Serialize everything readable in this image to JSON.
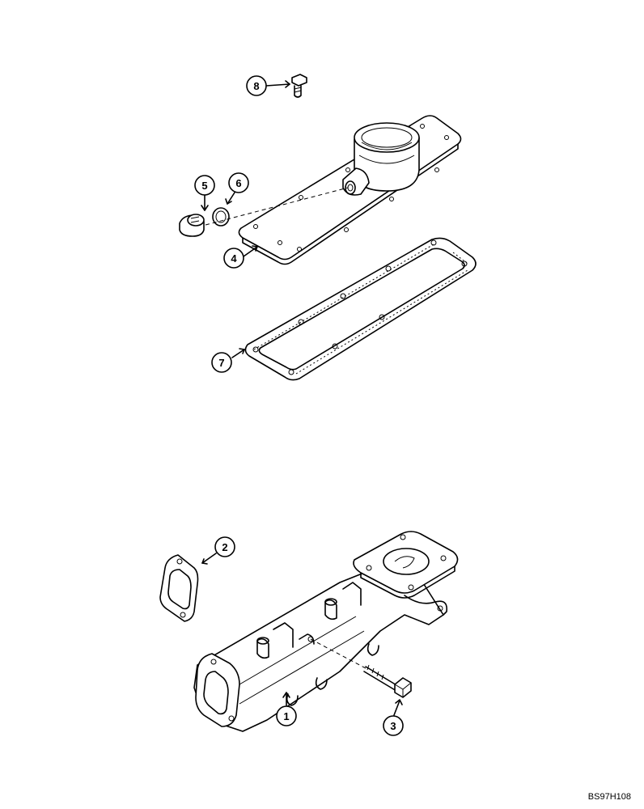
{
  "diagram": {
    "callouts": [
      {
        "id": "c1",
        "label": "1"
      },
      {
        "id": "c2",
        "label": "2"
      },
      {
        "id": "c3",
        "label": "3"
      },
      {
        "id": "c4",
        "label": "4"
      },
      {
        "id": "c5",
        "label": "5"
      },
      {
        "id": "c6",
        "label": "6"
      },
      {
        "id": "c7",
        "label": "7"
      },
      {
        "id": "c8",
        "label": "8"
      }
    ],
    "drawing_code": "BS97H108"
  }
}
